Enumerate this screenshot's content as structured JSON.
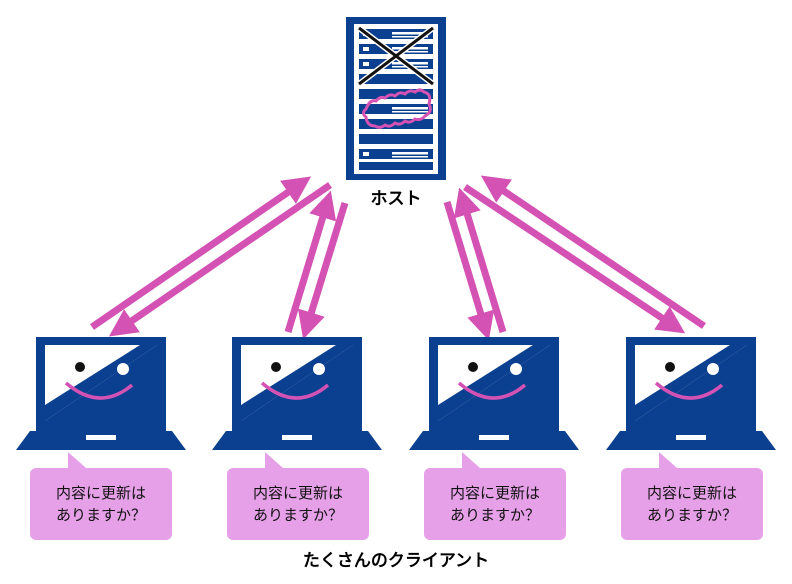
{
  "host": {
    "label": "ホスト"
  },
  "clients": [
    {
      "line1": "内容に更新は",
      "line2": "ありますか？"
    },
    {
      "line1": "内容に更新は",
      "line2": "ありますか？"
    },
    {
      "line1": "内容に更新は",
      "line2": "ありますか？"
    },
    {
      "line1": "内容に更新は",
      "line2": "ありますか？"
    }
  ],
  "footer": {
    "label": "たくさんのクライアント"
  },
  "colors": {
    "navy": "#0b3f8f",
    "arrow": "#d452b4",
    "bubble": "#e6a0e8",
    "white": "#ffffff"
  }
}
